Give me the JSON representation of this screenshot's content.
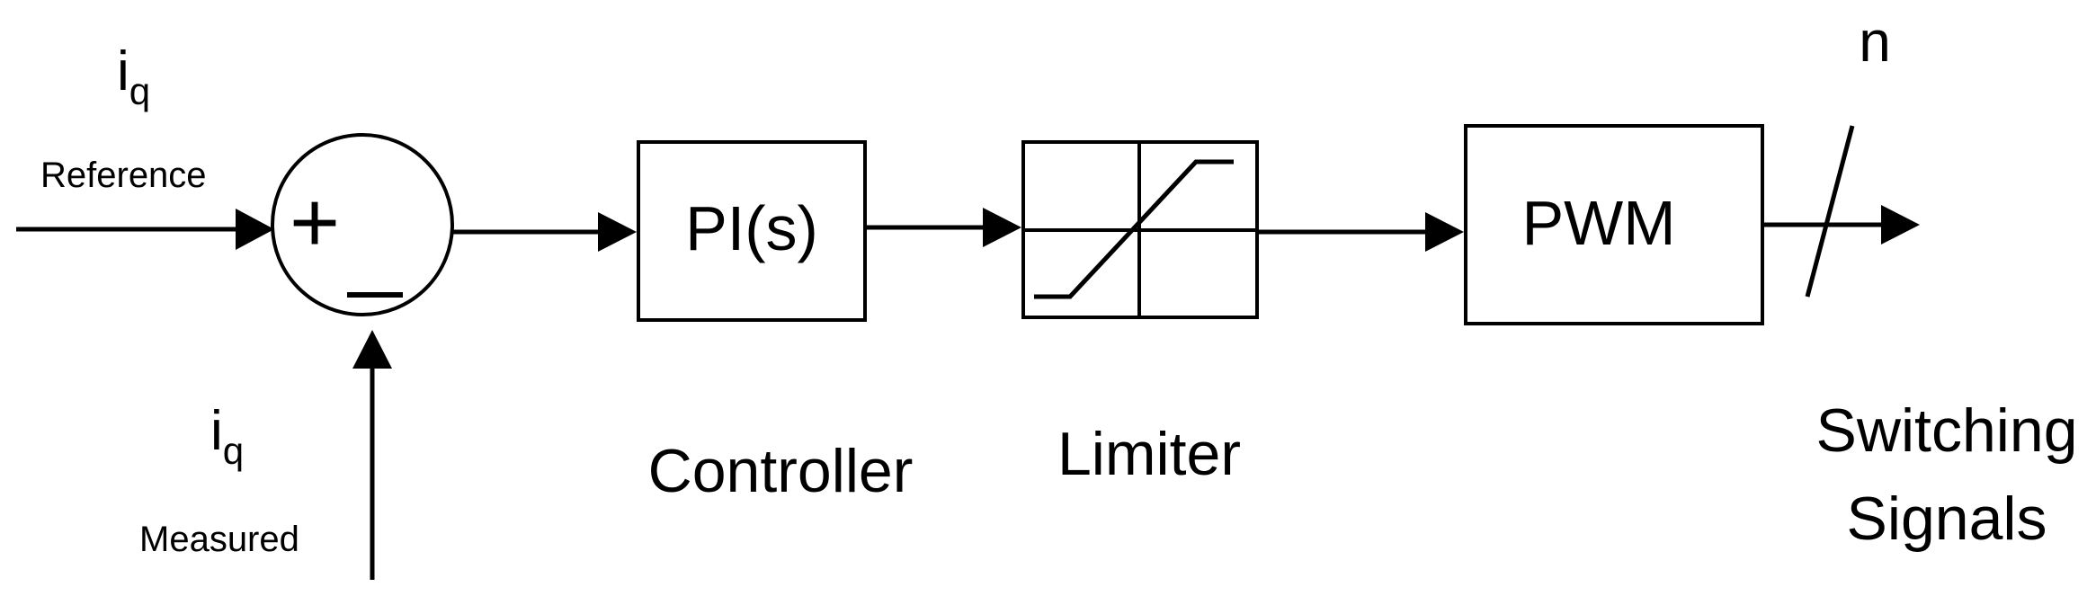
{
  "diagram": {
    "reference_input": {
      "symbol": "i",
      "subscript": "q",
      "label": "Reference"
    },
    "measured_input": {
      "symbol": "i",
      "subscript": "q",
      "label": "Measured"
    },
    "summing_junction": {
      "plus_sign": "+",
      "minus_sign": "—"
    },
    "controller_block": {
      "text": "PI(s)",
      "caption": "Controller"
    },
    "limiter_block": {
      "caption": "Limiter"
    },
    "pwm_block": {
      "text": "PWM"
    },
    "output": {
      "bus_width_label": "n",
      "caption_line1": "Switching",
      "caption_line2": "Signals"
    }
  }
}
